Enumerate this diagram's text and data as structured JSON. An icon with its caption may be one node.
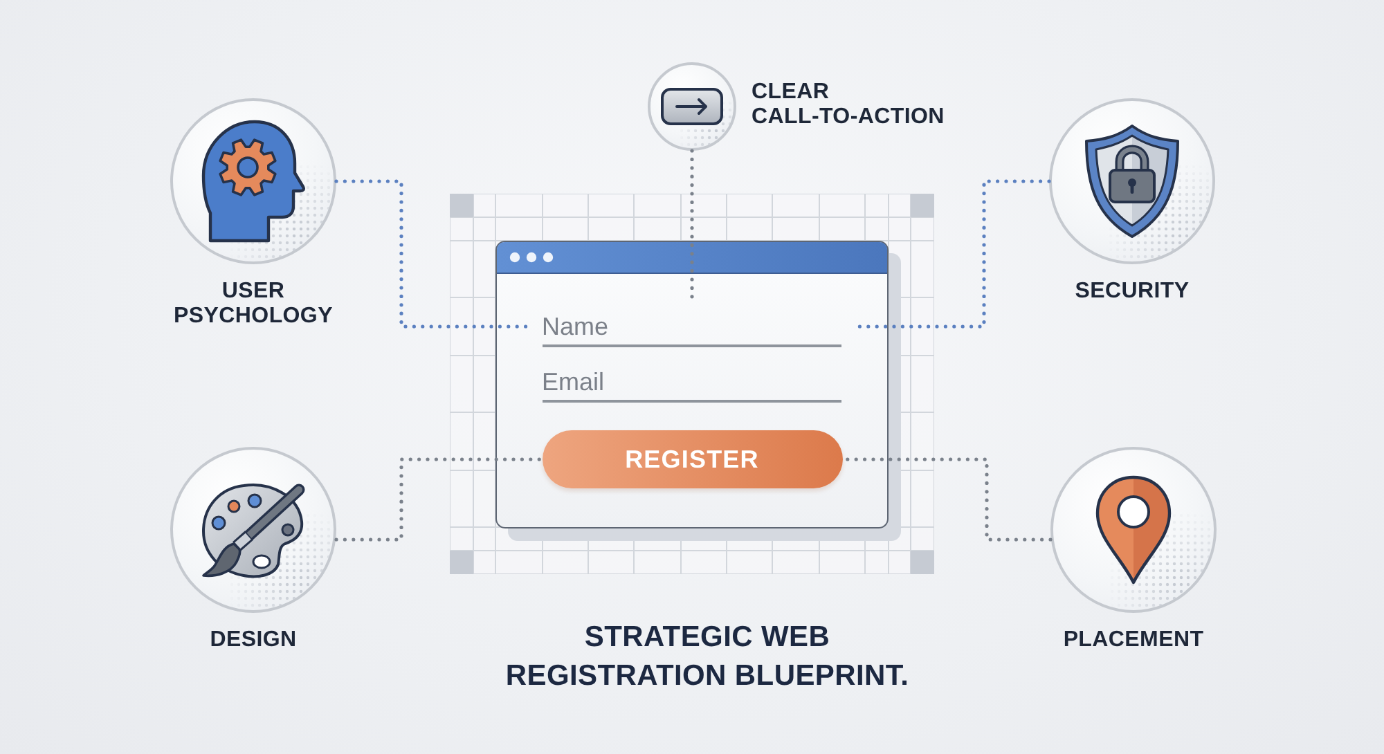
{
  "diagram": {
    "title": "STRATEGIC WEB REGISTRATION BLUEPRINT.",
    "nodes": [
      {
        "text": [
          "USER PSYCHOLOGY"
        ]
      },
      {
        "text": [
          "CLEAR CALL-TO-ACTION"
        ]
      },
      {
        "text": [
          "SECURITY"
        ]
      },
      {
        "text": [],
        "shape": "box"
      },
      {
        "text": [
          "Name"
        ],
        "in": 3
      },
      {
        "text": [
          "Email"
        ],
        "in": 3
      },
      {
        "text": [
          "REGISTER"
        ],
        "in": 3
      },
      {
        "text": [
          "DESIGN"
        ]
      },
      {
        "text": [
          "PLACEMENT"
        ]
      }
    ],
    "edges": [
      {
        "from": 0,
        "to": 4,
        "arrow": "none",
        "color": "#5b80c0"
      },
      {
        "from": 1,
        "to": 4,
        "arrow": "none"
      },
      {
        "from": 2,
        "to": 4,
        "arrow": "none",
        "color": "#5b80c0"
      },
      {
        "from": 7,
        "to": 6,
        "arrow": "none"
      },
      {
        "from": 8,
        "to": 6,
        "arrow": "none"
      }
    ]
  }
}
